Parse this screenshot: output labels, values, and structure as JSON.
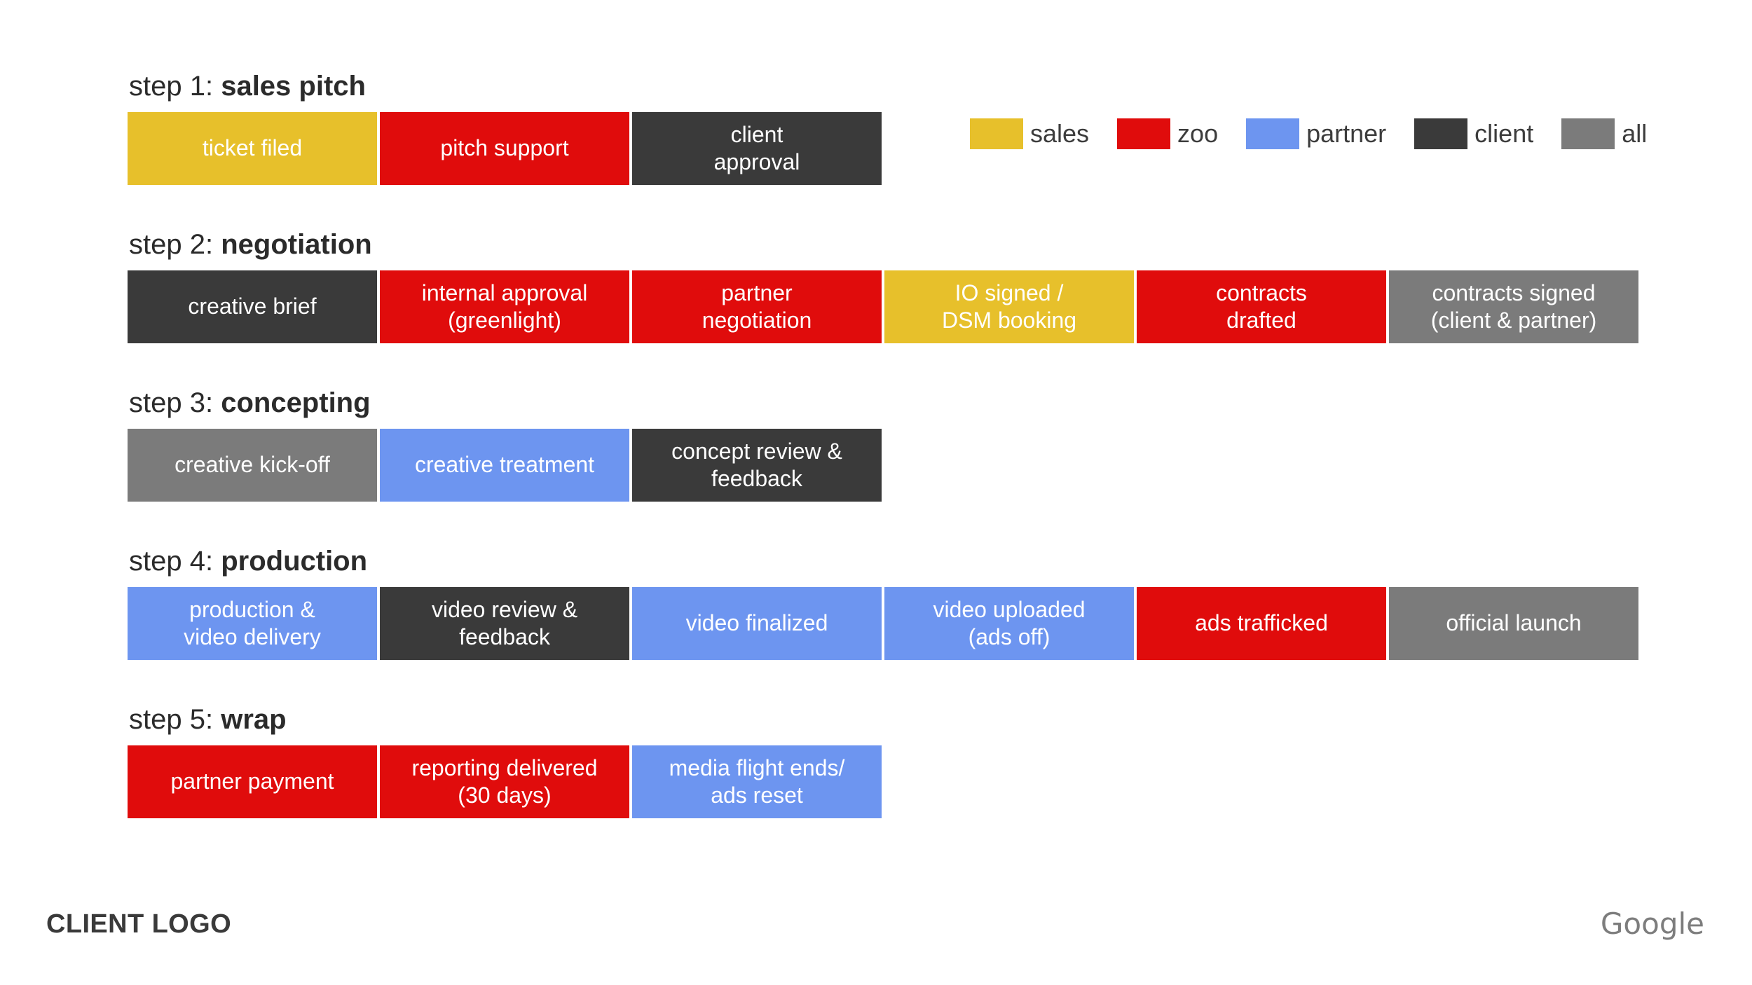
{
  "legend": {
    "items": [
      {
        "label": "sales",
        "color": "#E7C02B",
        "key": "sales"
      },
      {
        "label": "zoo",
        "color": "#E00C0C",
        "key": "zoo"
      },
      {
        "label": "partner",
        "color": "#6D95F0",
        "key": "partner"
      },
      {
        "label": "client",
        "color": "#3A3A3A",
        "key": "client"
      },
      {
        "label": "all",
        "color": "#7B7B7B",
        "key": "all"
      }
    ]
  },
  "steps": [
    {
      "prefix": "step 1: ",
      "name": "sales pitch",
      "cells": [
        {
          "label": "ticket filed",
          "owner": "sales"
        },
        {
          "label": "pitch support",
          "owner": "zoo"
        },
        {
          "label": "client\napproval",
          "owner": "client"
        }
      ]
    },
    {
      "prefix": "step 2: ",
      "name": "negotiation",
      "cells": [
        {
          "label": "creative brief",
          "owner": "client"
        },
        {
          "label": "internal approval\n(greenlight)",
          "owner": "zoo"
        },
        {
          "label": "partner\nnegotiation",
          "owner": "zoo"
        },
        {
          "label": "IO signed /\nDSM booking",
          "owner": "sales"
        },
        {
          "label": "contracts\ndrafted",
          "owner": "zoo"
        },
        {
          "label": "contracts signed\n(client & partner)",
          "owner": "all"
        }
      ]
    },
    {
      "prefix": "step 3: ",
      "name": "concepting",
      "cells": [
        {
          "label": "creative kick-off",
          "owner": "all"
        },
        {
          "label": "creative treatment",
          "owner": "partner"
        },
        {
          "label": "concept review &\nfeedback",
          "owner": "client"
        }
      ]
    },
    {
      "prefix": "step 4: ",
      "name": "production",
      "cells": [
        {
          "label": "production &\nvideo delivery",
          "owner": "partner"
        },
        {
          "label": "video review &\nfeedback",
          "owner": "client"
        },
        {
          "label": "video finalized",
          "owner": "partner"
        },
        {
          "label": "video uploaded\n(ads off)",
          "owner": "partner"
        },
        {
          "label": "ads trafficked",
          "owner": "zoo"
        },
        {
          "label": "official launch",
          "owner": "all"
        }
      ]
    },
    {
      "prefix": "step 5: ",
      "name": "wrap",
      "cells": [
        {
          "label": "partner payment",
          "owner": "zoo"
        },
        {
          "label": "reporting delivered\n(30 days)",
          "owner": "zoo"
        },
        {
          "label": "media flight ends/\nads reset",
          "owner": "partner"
        }
      ]
    }
  ],
  "footer": {
    "client_logo": "CLIENT LOGO",
    "brand": "Google"
  }
}
